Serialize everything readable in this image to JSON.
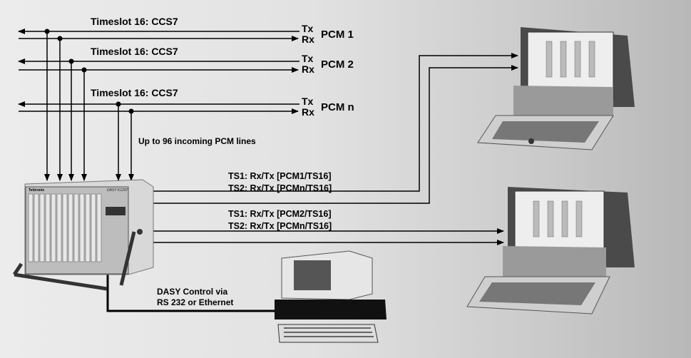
{
  "incoming_lines": [
    {
      "timeslot_label": "Timeslot 16: CCS7",
      "tx": "Tx",
      "rx": "Rx",
      "pcm": "PCM 1"
    },
    {
      "timeslot_label": "Timeslot 16: CCS7",
      "tx": "Tx",
      "rx": "Rx",
      "pcm": "PCM 2"
    },
    {
      "timeslot_label": "Timeslot 16: CCS7",
      "tx": "Tx",
      "rx": "Rx",
      "pcm": "PCM n"
    }
  ],
  "incoming_note": "Up to 96 incoming PCM lines",
  "routes_upper": [
    "TS1: Rx/Tx [PCM1/TS16]",
    "TS2: Rx/Tx [PCMn/TS16]"
  ],
  "routes_lower": [
    "TS1: Rx/Tx [PCM2/TS16]",
    "TS2: Rx/Tx [PCMn/TS16]"
  ],
  "control": [
    "DASY Control via",
    "RS 232 or Ethernet"
  ],
  "device_brand": "Tektronix",
  "device_model": "DASY K1297"
}
